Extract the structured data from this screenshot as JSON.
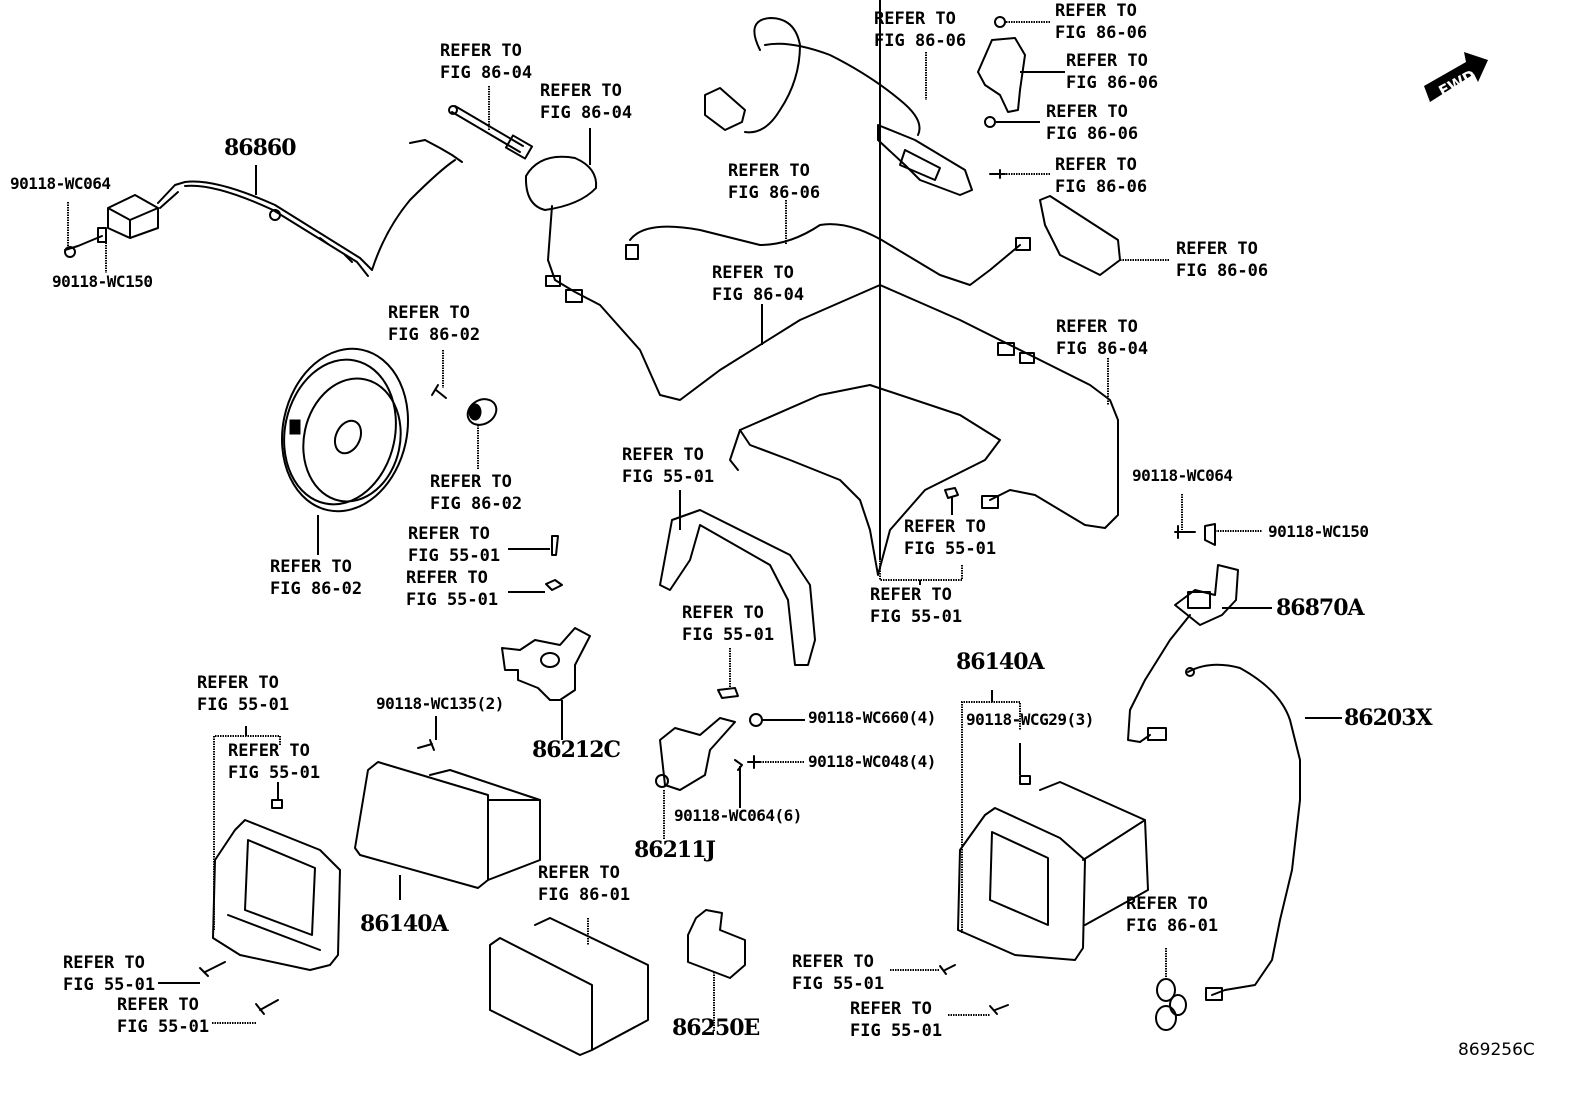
{
  "diagram": {
    "figure_id": "869256C",
    "direction_badge": "FWD",
    "parts": [
      {
        "id": "p-86860",
        "number": "86860"
      },
      {
        "id": "p-wc064-a",
        "number": "90118-WC064"
      },
      {
        "id": "p-wc150-a",
        "number": "90118-WC150"
      },
      {
        "id": "p-wc064-b",
        "number": "90118-WC064"
      },
      {
        "id": "p-wc150-b",
        "number": "90118-WC150"
      },
      {
        "id": "p-86870a",
        "number": "86870A"
      },
      {
        "id": "p-86203x",
        "number": "86203X"
      },
      {
        "id": "p-86140a-a",
        "number": "86140A"
      },
      {
        "id": "p-86140a-b",
        "number": "86140A"
      },
      {
        "id": "p-wcg29",
        "number": "90118-WCG29(3)"
      },
      {
        "id": "p-wc660",
        "number": "90118-WC660(4)"
      },
      {
        "id": "p-wc048",
        "number": "90118-WC048(4)"
      },
      {
        "id": "p-wc064-6",
        "number": "90118-WC064(6)"
      },
      {
        "id": "p-86211j",
        "number": "86211J"
      },
      {
        "id": "p-86212c",
        "number": "86212C"
      },
      {
        "id": "p-wc135",
        "number": "90118-WC135(2)"
      },
      {
        "id": "p-86250e",
        "number": "86250E"
      }
    ],
    "refs": [
      {
        "id": "r1",
        "line1": "REFER TO",
        "line2": "FIG 86-04"
      },
      {
        "id": "r2",
        "line1": "REFER TO",
        "line2": "FIG 86-04"
      },
      {
        "id": "r3",
        "line1": "REFER TO",
        "line2": "FIG 86-06"
      },
      {
        "id": "r4",
        "line1": "REFER TO",
        "line2": "FIG 86-06"
      },
      {
        "id": "r5",
        "line1": "REFER TO",
        "line2": "FIG 86-06"
      },
      {
        "id": "r6",
        "line1": "REFER TO",
        "line2": "FIG 86-06"
      },
      {
        "id": "r7",
        "line1": "REFER TO",
        "line2": "FIG 86-06"
      },
      {
        "id": "r8",
        "line1": "REFER TO",
        "line2": "FIG 86-06"
      },
      {
        "id": "r9",
        "line1": "REFER TO",
        "line2": "FIG 86-06"
      },
      {
        "id": "r10",
        "line1": "REFER TO",
        "line2": "FIG 86-04"
      },
      {
        "id": "r11",
        "line1": "REFER TO",
        "line2": "FIG 86-04"
      },
      {
        "id": "r12",
        "line1": "REFER TO",
        "line2": "FIG 86-02"
      },
      {
        "id": "r13",
        "line1": "REFER TO",
        "line2": "FIG 86-02"
      },
      {
        "id": "r14",
        "line1": "REFER TO",
        "line2": "FIG 86-02"
      },
      {
        "id": "r15",
        "line1": "REFER TO",
        "line2": "FIG 55-01"
      },
      {
        "id": "r16",
        "line1": "REFER TO",
        "line2": "FIG 55-01"
      },
      {
        "id": "r17",
        "line1": "REFER TO",
        "line2": "FIG 55-01"
      },
      {
        "id": "r18",
        "line1": "REFER TO",
        "line2": "FIG 55-01"
      },
      {
        "id": "r19",
        "line1": "REFER TO",
        "line2": "FIG 55-01"
      },
      {
        "id": "r20",
        "line1": "REFER TO",
        "line2": "FIG 55-01"
      },
      {
        "id": "r21",
        "line1": "REFER TO",
        "line2": "FIG 55-01"
      },
      {
        "id": "r22",
        "line1": "REFER TO",
        "line2": "FIG 55-01"
      },
      {
        "id": "r23",
        "line1": "REFER TO",
        "line2": "FIG 55-01"
      },
      {
        "id": "r24",
        "line1": "REFER TO",
        "line2": "FIG 55-01"
      },
      {
        "id": "r25",
        "line1": "REFER TO",
        "line2": "FIG 86-01"
      },
      {
        "id": "r26",
        "line1": "REFER TO",
        "line2": "FIG 86-01"
      },
      {
        "id": "r27",
        "line1": "REFER TO",
        "line2": "FIG 55-01"
      },
      {
        "id": "r28",
        "line1": "REFER TO",
        "line2": "FIG 55-01"
      }
    ]
  }
}
